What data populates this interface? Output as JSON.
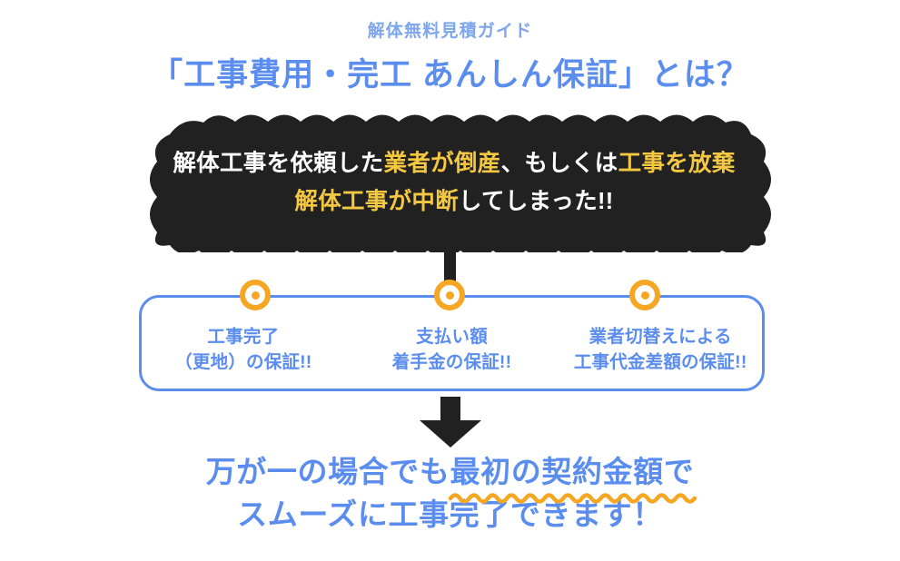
{
  "header": {
    "eyebrow": "解体無料見積ガイド",
    "headline": "「工事費用・完工 あんしん保証」とは？"
  },
  "problem_bubble": {
    "line1": {
      "part1": "解体工事を依頼した",
      "part2": "業者が倒産",
      "part3": "、もしくは",
      "part4": "工事を放棄"
    },
    "line2": {
      "part1": "解体工事が中断",
      "part2": "してしまった!!"
    }
  },
  "guarantees": [
    {
      "icon": "bullseye-icon",
      "line1": "工事完了",
      "line2": "（更地）の保証!!"
    },
    {
      "icon": "bullseye-icon",
      "line1": "支払い額",
      "line2": "着手金の保証!!"
    },
    {
      "icon": "bullseye-icon",
      "line1": "業者切替えによる",
      "line2": "工事代金差額の保証!!"
    }
  ],
  "conclusion": {
    "line1_plain": "万が一の場合でも",
    "line1_underlined": "最初の契約金額で",
    "line2": "スムーズに工事完了できます！"
  },
  "icons": {
    "down_arrow": "down-arrow-icon",
    "connector_stem": "connector-stem-icon"
  },
  "colors": {
    "brand_blue": "#5b8def",
    "light_blue": "#7ea6ea",
    "accent_orange": "#f5a623",
    "highlight_yellow": "#f5c842",
    "bubble_black": "#212121",
    "white": "#ffffff"
  }
}
